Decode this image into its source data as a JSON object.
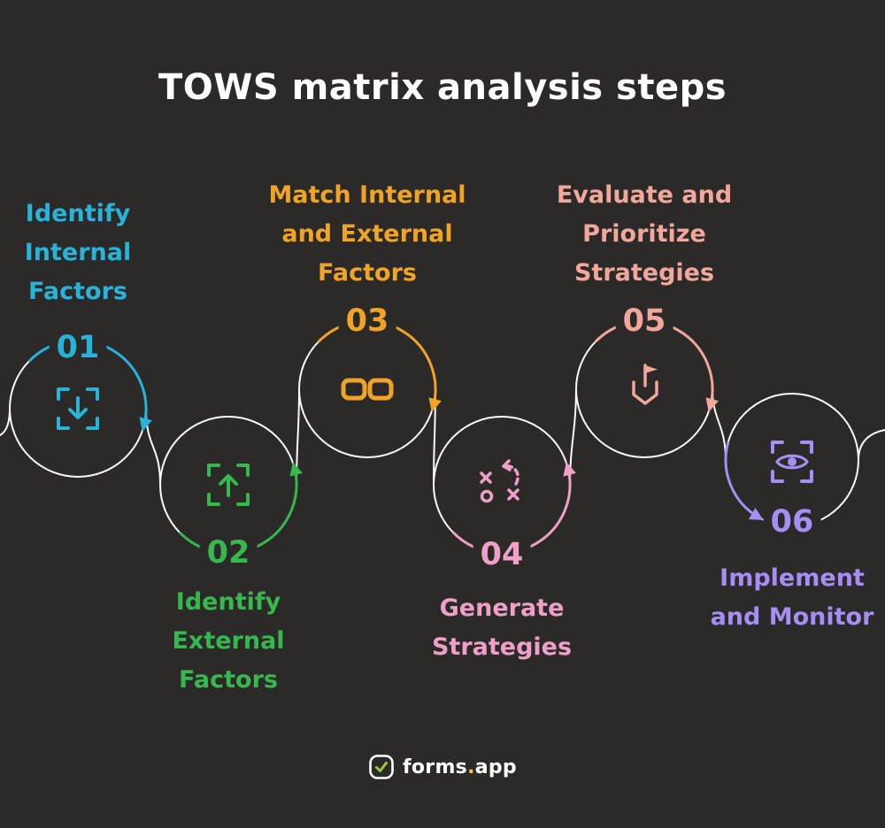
{
  "title": "TOWS matrix analysis steps",
  "steps": [
    {
      "number": "01",
      "lines": [
        "Identify",
        "Internal",
        "Factors"
      ],
      "color": "#29b3d8",
      "icon": "scan-arrow-down-icon"
    },
    {
      "number": "02",
      "lines": [
        "Identify",
        "External",
        "Factors"
      ],
      "color": "#36b84e",
      "icon": "scan-arrow-up-icon"
    },
    {
      "number": "03",
      "lines": [
        "Match Internal",
        "and External",
        "Factors"
      ],
      "color": "#f0a427",
      "icon": "two-boxes-icon"
    },
    {
      "number": "04",
      "lines": [
        "Generate",
        "Strategies"
      ],
      "color": "#efa0c6",
      "icon": "strategy-icon"
    },
    {
      "number": "05",
      "lines": [
        "Evaluate and",
        "Prioritize",
        "Strategies"
      ],
      "color": "#f2a79d",
      "icon": "flag-icon"
    },
    {
      "number": "06",
      "lines": [
        "Implement",
        "and Monitor"
      ],
      "color": "#a78ef5",
      "icon": "scan-eye-icon"
    }
  ],
  "footer": {
    "forms": "forms",
    "dot": ".",
    "app": "app"
  },
  "theme": {
    "background": "#2b2a29",
    "line": "#fafafa",
    "title": "#ffffff",
    "logo_text": "#ffffff",
    "logo_check": "#9dc73b",
    "logo_dot": "#f6c445"
  }
}
